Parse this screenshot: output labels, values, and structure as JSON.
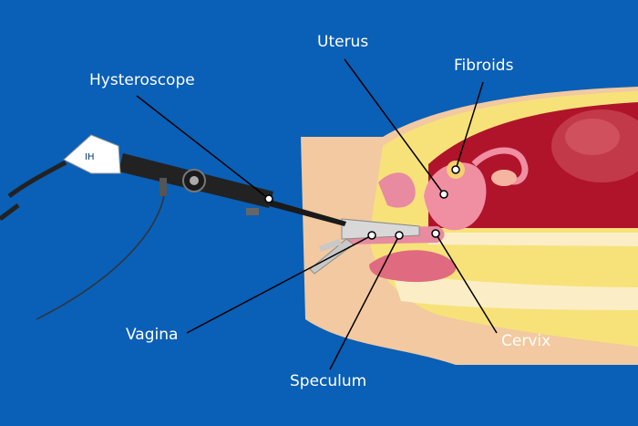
{
  "labels": {
    "uterus": "Uterus",
    "fibroids": "Fibroids",
    "hysteroscope": "Hysteroscope",
    "vagina": "Vagina",
    "cervix": "Cervix",
    "speculum": "Speculum"
  },
  "device_brand": "IH",
  "colors": {
    "background": "#0a5fb6",
    "leader_line": "#000000",
    "label_text": "#ffffff",
    "skin": "#f2c9a0",
    "fat": "#f7e27a",
    "tissue_pink": "#e88aa0",
    "cavity_red": "#b0142a"
  }
}
